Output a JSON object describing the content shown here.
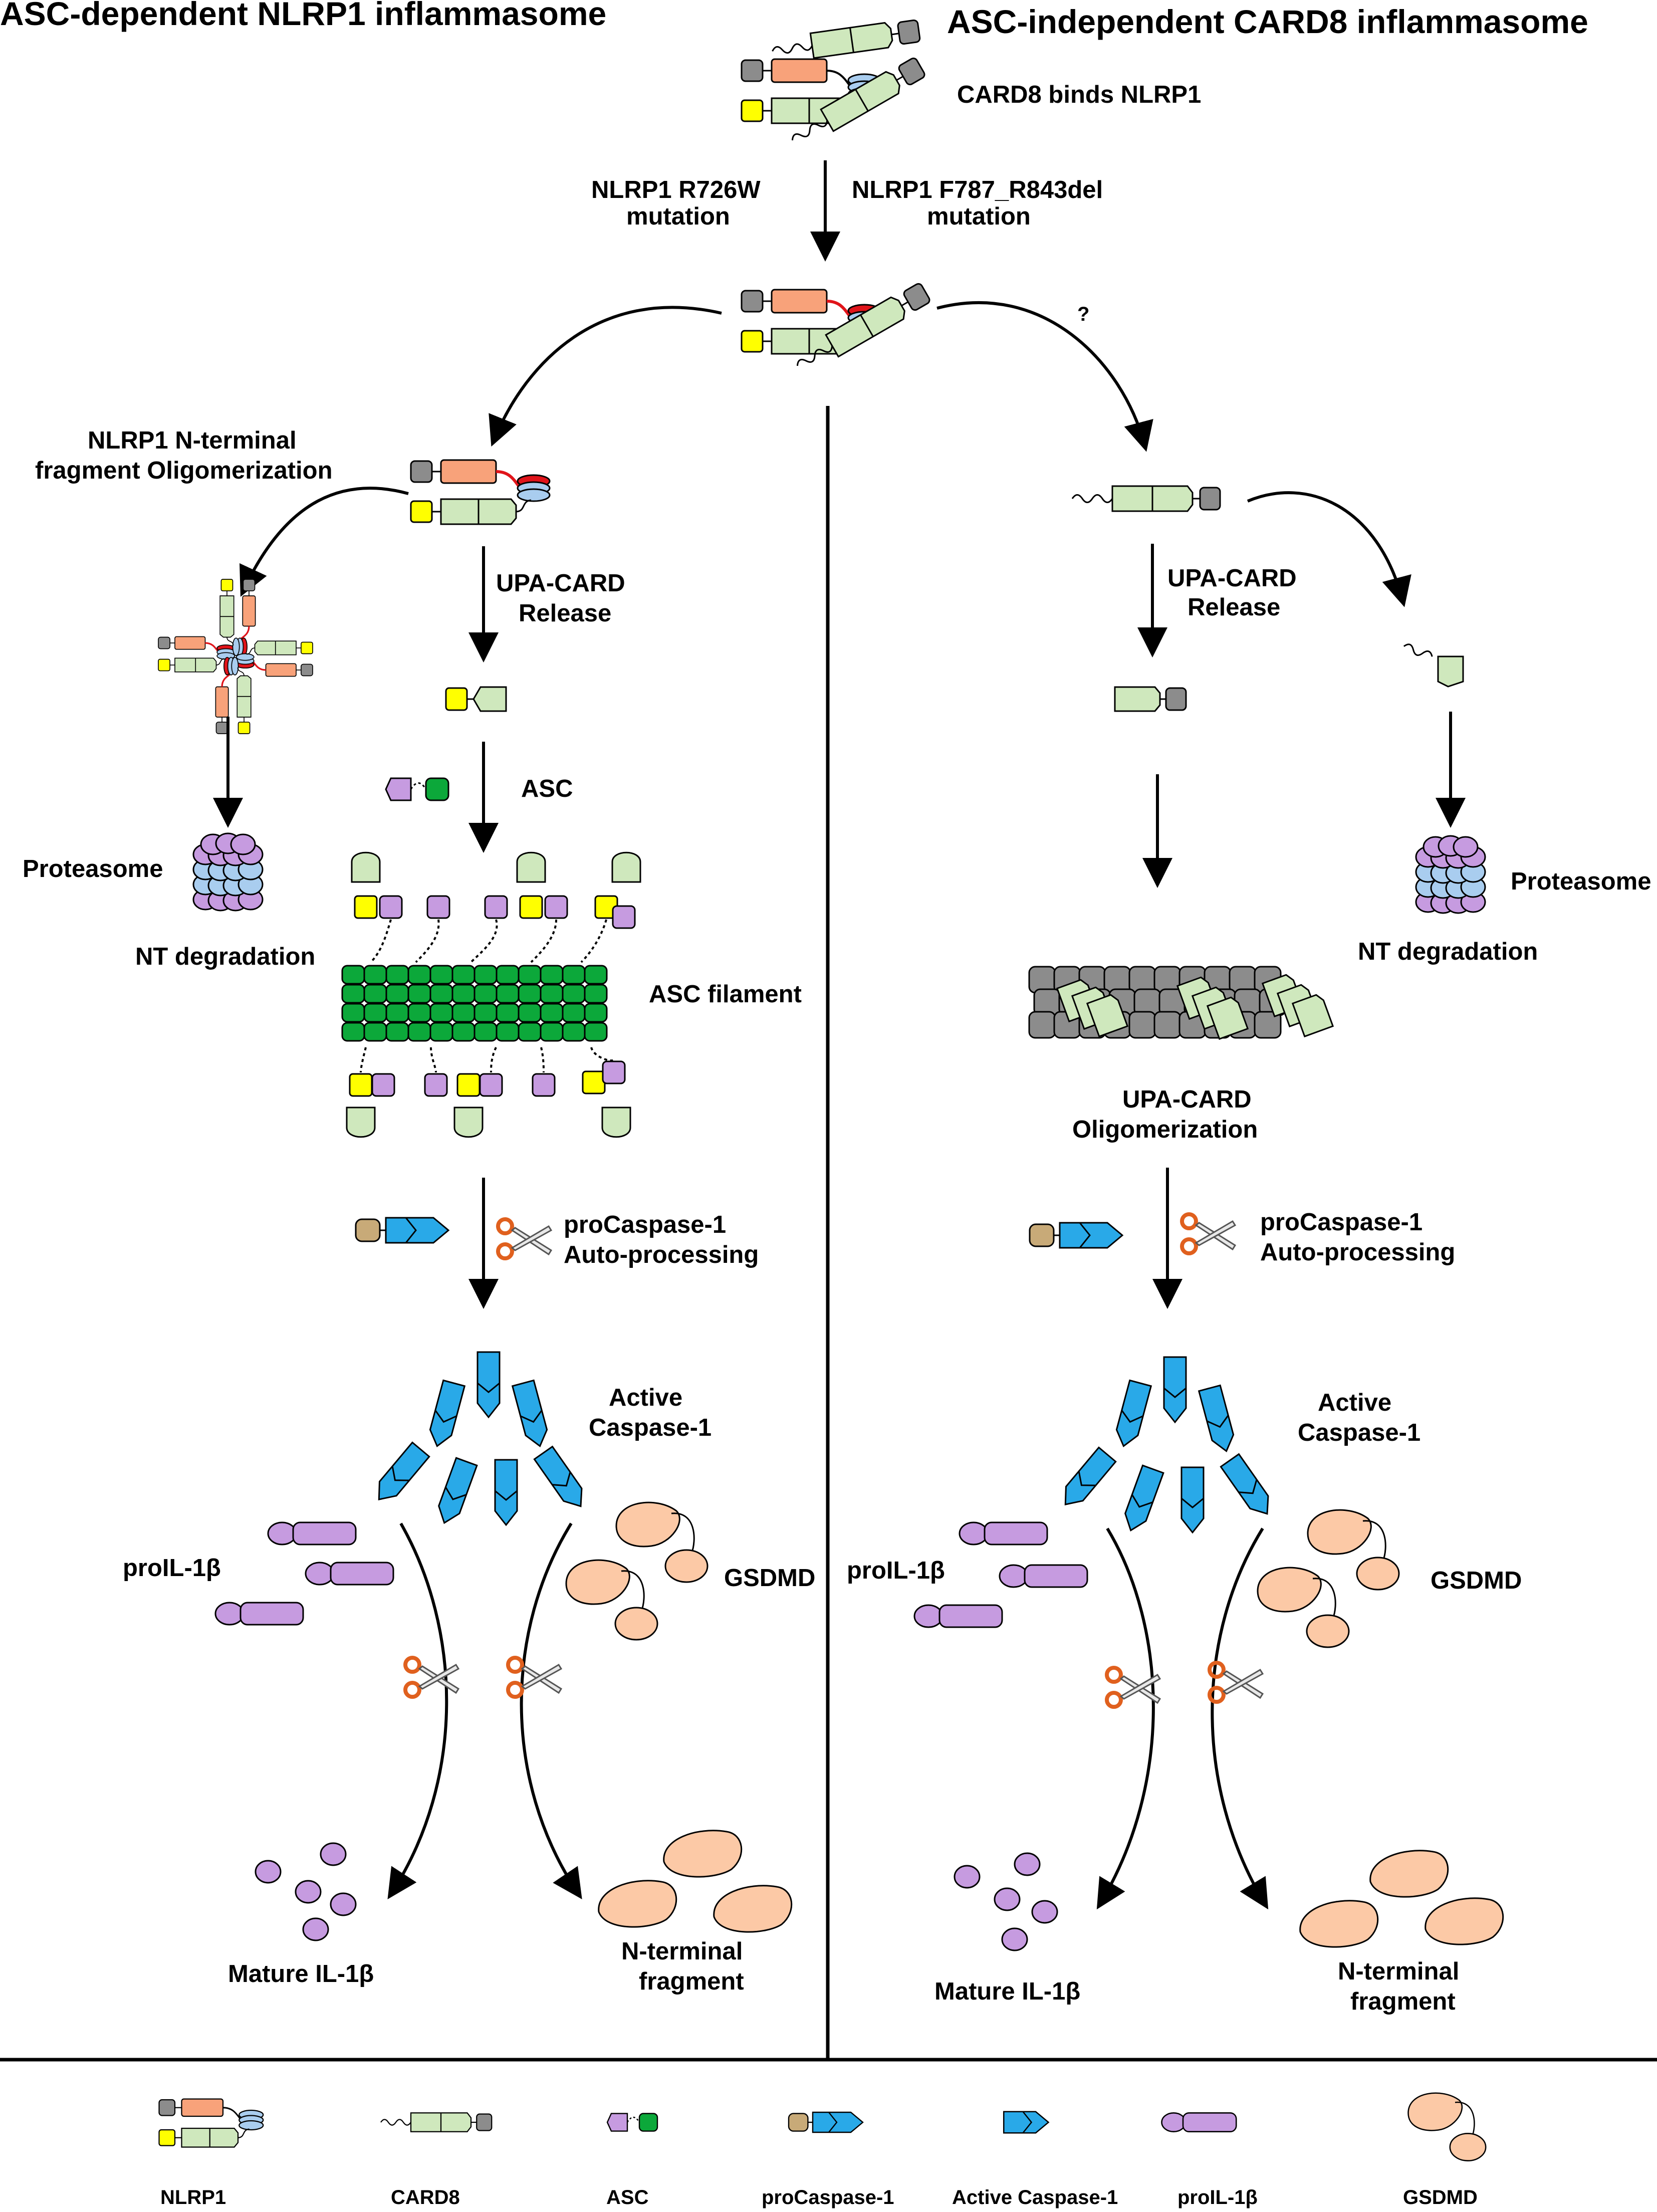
{
  "left_panel": {
    "title": "ASC-dependent NLRP1 inflammasome",
    "oligomerization": [
      "NLRP1 N-terminal",
      "fragment Oligomerization"
    ],
    "upa_card_release": [
      "UPA-CARD",
      "Release"
    ],
    "proteasome": "Proteasome",
    "nt_degradation": "NT degradation",
    "asc": "ASC",
    "asc_filament": "ASC filament",
    "procaspase": [
      "proCaspase-1",
      "Auto-processing"
    ],
    "active_caspase": [
      "Active",
      "Caspase-1"
    ],
    "proil": "proIL-1β",
    "gsdmd": "GSDMD",
    "mature": "Mature IL-1β",
    "nterm": [
      "N-terminal",
      "fragment"
    ]
  },
  "right_panel": {
    "title": "ASC-independent CARD8 inflammasome",
    "question_mark": "?",
    "upa_card_release": [
      "UPA-CARD",
      "Release"
    ],
    "proteasome": "Proteasome",
    "nt_degradation": "NT degradation",
    "upa_card_oligomerization": [
      "UPA-CARD",
      "Oligomerization"
    ],
    "procaspase": [
      "proCaspase-1",
      "Auto-processing"
    ],
    "active_caspase": [
      "Active",
      "Caspase-1"
    ],
    "proil": "proIL-1β",
    "gsdmd": "GSDMD",
    "mature": "Mature IL-1β",
    "nterm": [
      "N-terminal",
      "fragment"
    ]
  },
  "top": {
    "card8_binds": "CARD8 binds NLRP1",
    "mutation_left": [
      "NLRP1 R726W",
      "mutation"
    ],
    "mutation_right": [
      "NLRP1 F787_R843del",
      "mutation"
    ]
  },
  "legend": [
    "NLRP1",
    "CARD8",
    "ASC",
    "proCaspase-1",
    "Active Caspase-1",
    "proIL-1β",
    "GSDMD"
  ],
  "colors": {
    "cyan": "#29a9e8",
    "purple": "#c69be0",
    "peach": "#fcc9a6",
    "nlrp1_orange": "#f8a27a",
    "light_green": "#cfe8bd",
    "gray": "#8c8c8c",
    "yellow": "#ffff00",
    "dark_green": "#0ca83a",
    "tan": "#c8aa78",
    "light_blue": "#a9cdef",
    "red": "#e0141a"
  }
}
